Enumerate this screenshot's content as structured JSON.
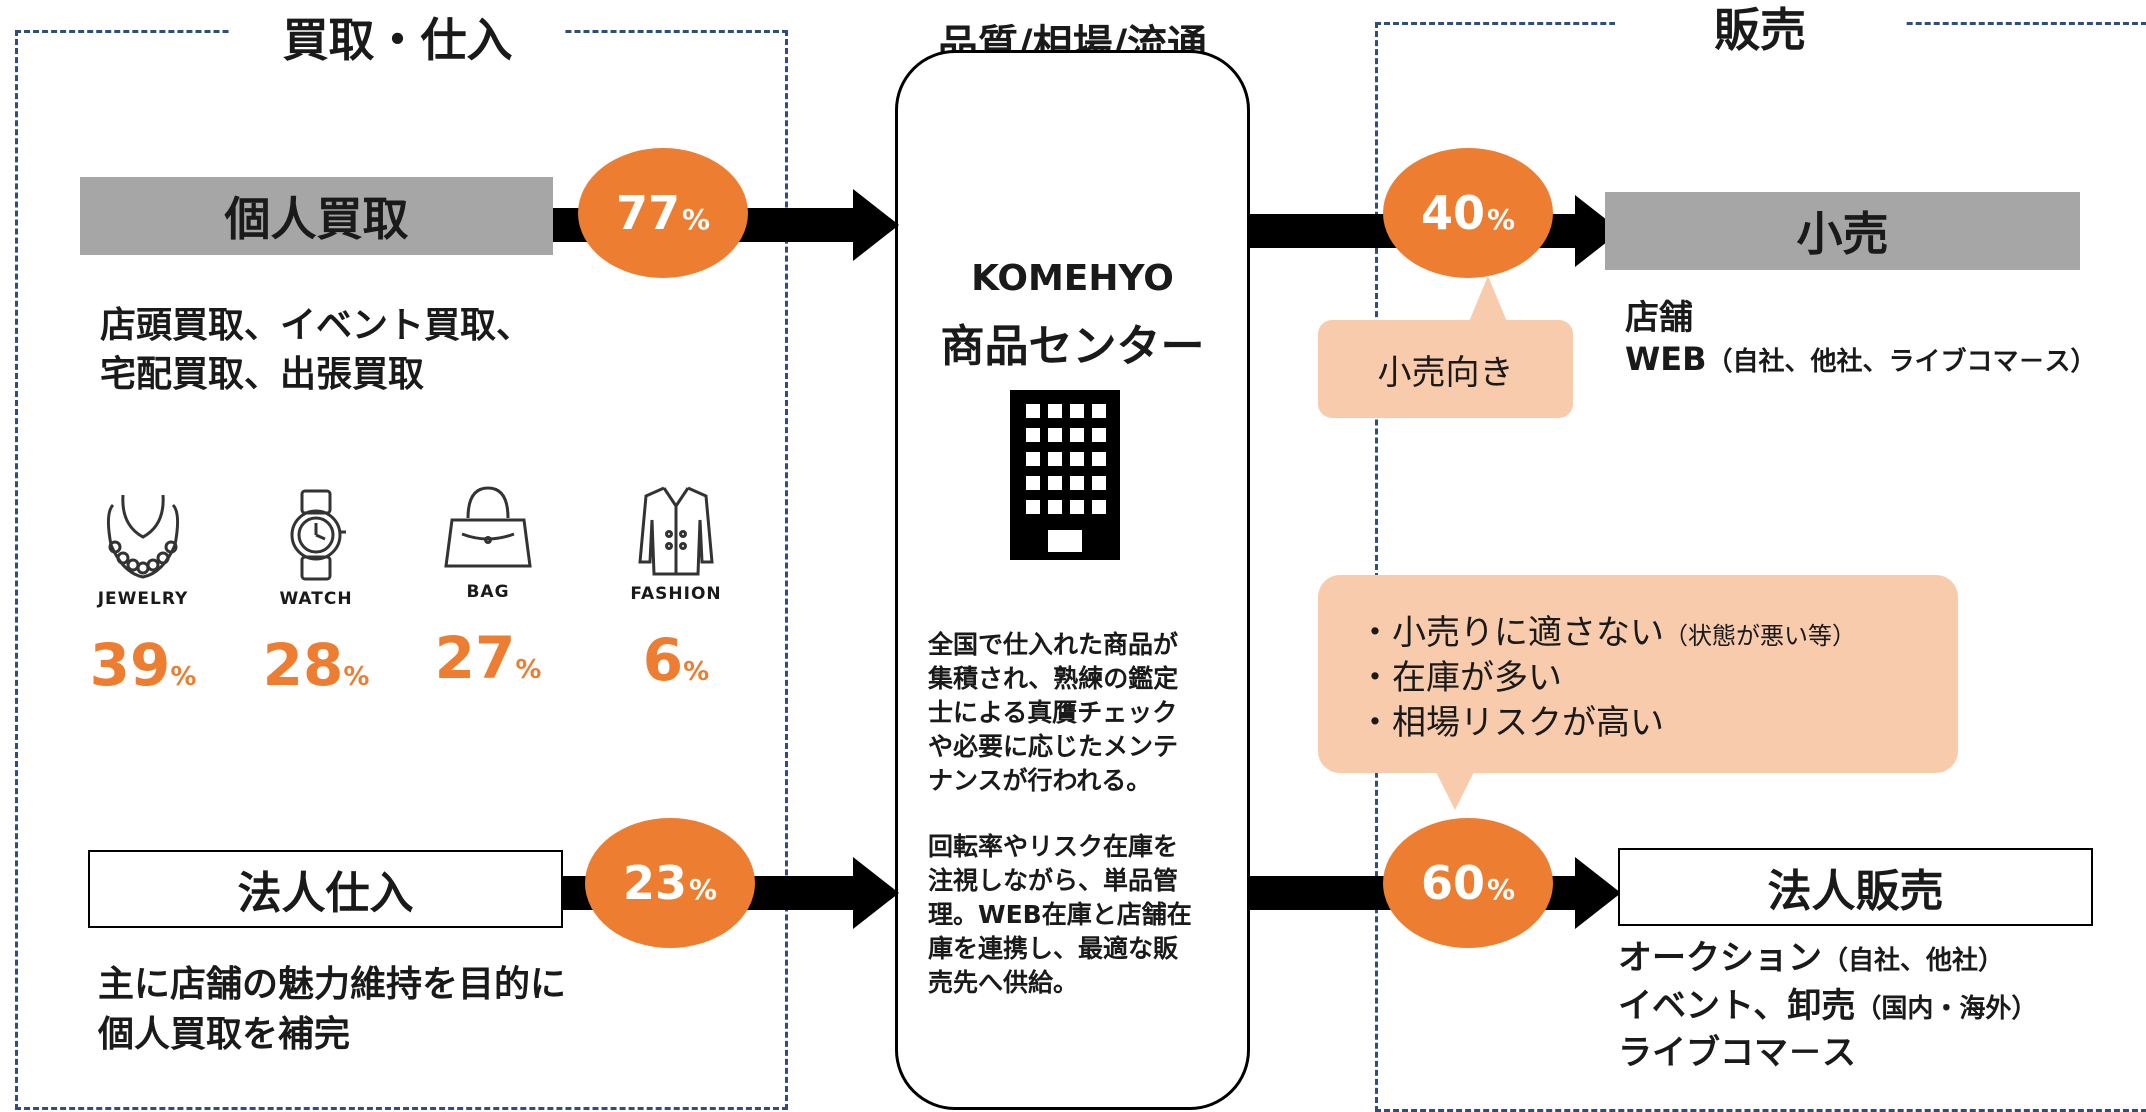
{
  "left_panel": {
    "title": "買取・仕入",
    "personal": {
      "label": "個人買取",
      "percent": "77",
      "unit": "%",
      "desc_line1": "店頭買取、イベント買取、",
      "desc_line2": "宅配買取、出張買取"
    },
    "categories": [
      {
        "icon": "jewelry-icon",
        "name": "JEWELRY",
        "value": "39",
        "unit": "%"
      },
      {
        "icon": "watch-icon",
        "name": "WATCH",
        "value": "28",
        "unit": "%"
      },
      {
        "icon": "bag-icon",
        "name": "BAG",
        "value": "27",
        "unit": "%"
      },
      {
        "icon": "fashion-icon",
        "name": "FASHION",
        "value": "6",
        "unit": "%"
      }
    ],
    "corporate": {
      "label": "法人仕入",
      "percent": "23",
      "unit": "%",
      "desc_line1": "主に店舗の魅力維持を目的に",
      "desc_line2": "個人買取を補完"
    }
  },
  "center": {
    "title": "品質/相場/流通",
    "brand": "KOMEHYO",
    "name": "商品センター",
    "icon": "building-icon",
    "para1_lines": [
      "全国で仕入れた商品が",
      "集積され、熟練の鑑定",
      "士による真贋チェック",
      "や必要に応じたメンテ",
      "ナンスが行われる。"
    ],
    "para2_lines": [
      "回転率やリスク在庫を",
      "注視しながら、単品管",
      "理。WEB在庫と店舗在",
      "庫を連携し、最適な販",
      "売先へ供給。"
    ]
  },
  "right_panel": {
    "title": "販売",
    "retail": {
      "label": "小売",
      "percent": "40",
      "unit": "%",
      "callout": "小売向き",
      "line1": "店舗",
      "line2_bold": "WEB",
      "line2_rest": "（自社、他社、ライブコマ－ス）"
    },
    "callout_list": [
      {
        "main": "・小売りに適さない",
        "note": "（状態が悪い等）"
      },
      {
        "main": "・在庫が多い",
        "note": ""
      },
      {
        "main": "・相場リスクが高い",
        "note": ""
      }
    ],
    "corporate": {
      "label": "法人販売",
      "percent": "60",
      "unit": "%",
      "line1_main": "オークション",
      "line1_note": "（自社、他社）",
      "line2_main": "イベント、卸売",
      "line2_note": "（国内・海外）",
      "line3_main": "ライブコマ－ス"
    }
  },
  "colors": {
    "accent": "#ed7d31",
    "callout": "#f8cbad",
    "gray_box": "#a6a6a6",
    "dashed_border": "#2f4e7c"
  }
}
